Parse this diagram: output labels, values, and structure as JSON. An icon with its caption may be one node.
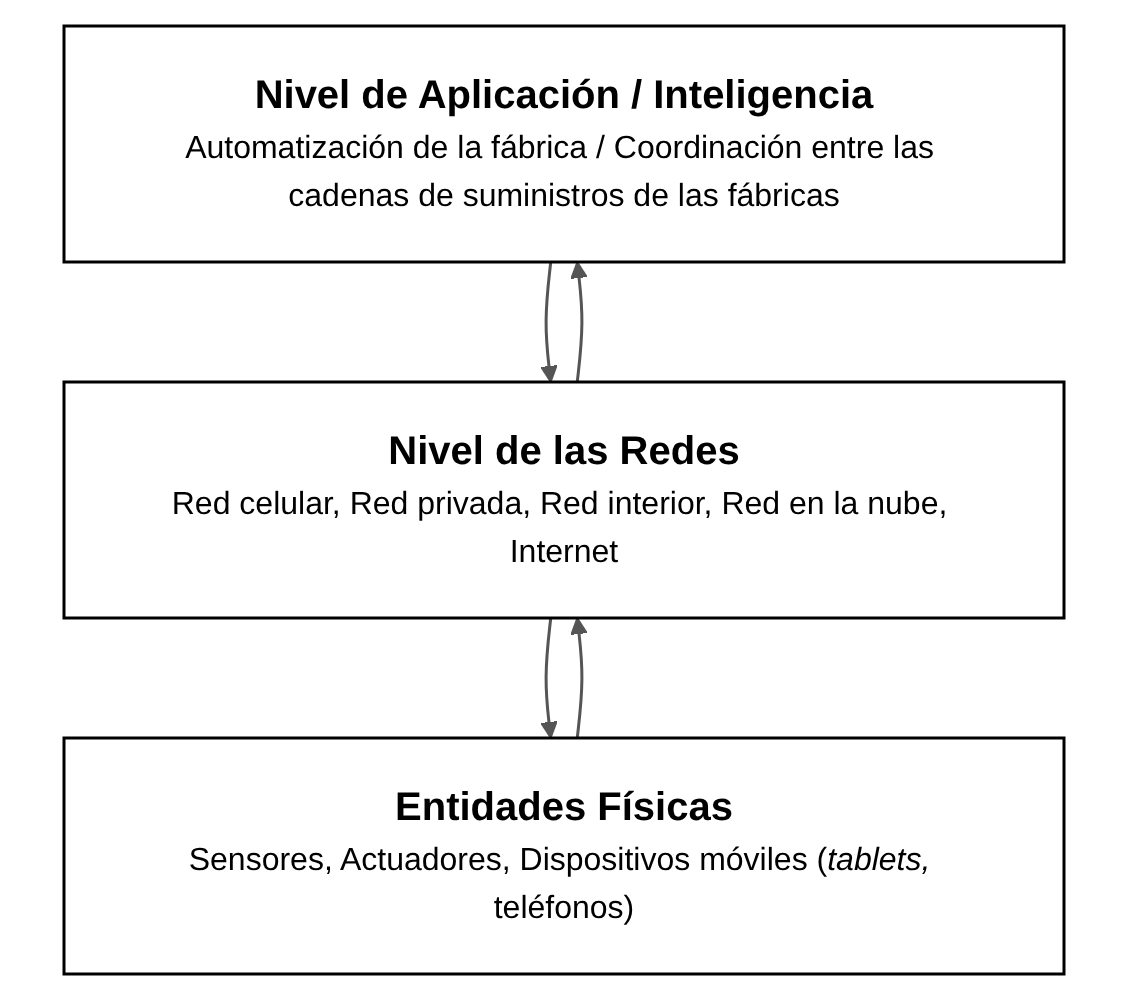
{
  "diagram": {
    "nodes": [
      {
        "text": [
          "Nivel de Aplicación / Inteligencia",
          "Automatización de la fábrica / Coordinación entre las cadenas de suministros de las fábricas"
        ]
      },
      {
        "text": [
          "Nivel de las Redes",
          "Red celular, Red privada, Red interior, Red en la nube, Internet"
        ]
      },
      {
        "text": [
          "Entidades Físicas",
          "Sensores, Actuadores, Dispositivos móviles (*tablets,* teléfonos)"
        ]
      }
    ],
    "edges": [
      {
        "from": 0,
        "to": 1,
        "arrow": "to"
      },
      {
        "from": 1,
        "to": 0,
        "arrow": "to"
      },
      {
        "from": 1,
        "to": 2,
        "arrow": "to"
      },
      {
        "from": 2,
        "to": 1,
        "arrow": "to"
      }
    ]
  }
}
